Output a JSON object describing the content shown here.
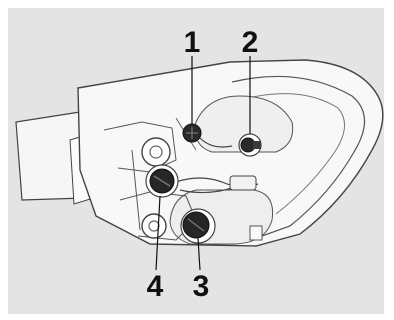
{
  "figure": {
    "background": "#e4e4e4",
    "callouts": [
      {
        "number": "1",
        "target": "bulb-socket-1"
      },
      {
        "number": "2",
        "target": "bulb-socket-2"
      },
      {
        "number": "3",
        "target": "bulb-socket-3"
      },
      {
        "number": "4",
        "target": "bulb-socket-4"
      }
    ]
  }
}
